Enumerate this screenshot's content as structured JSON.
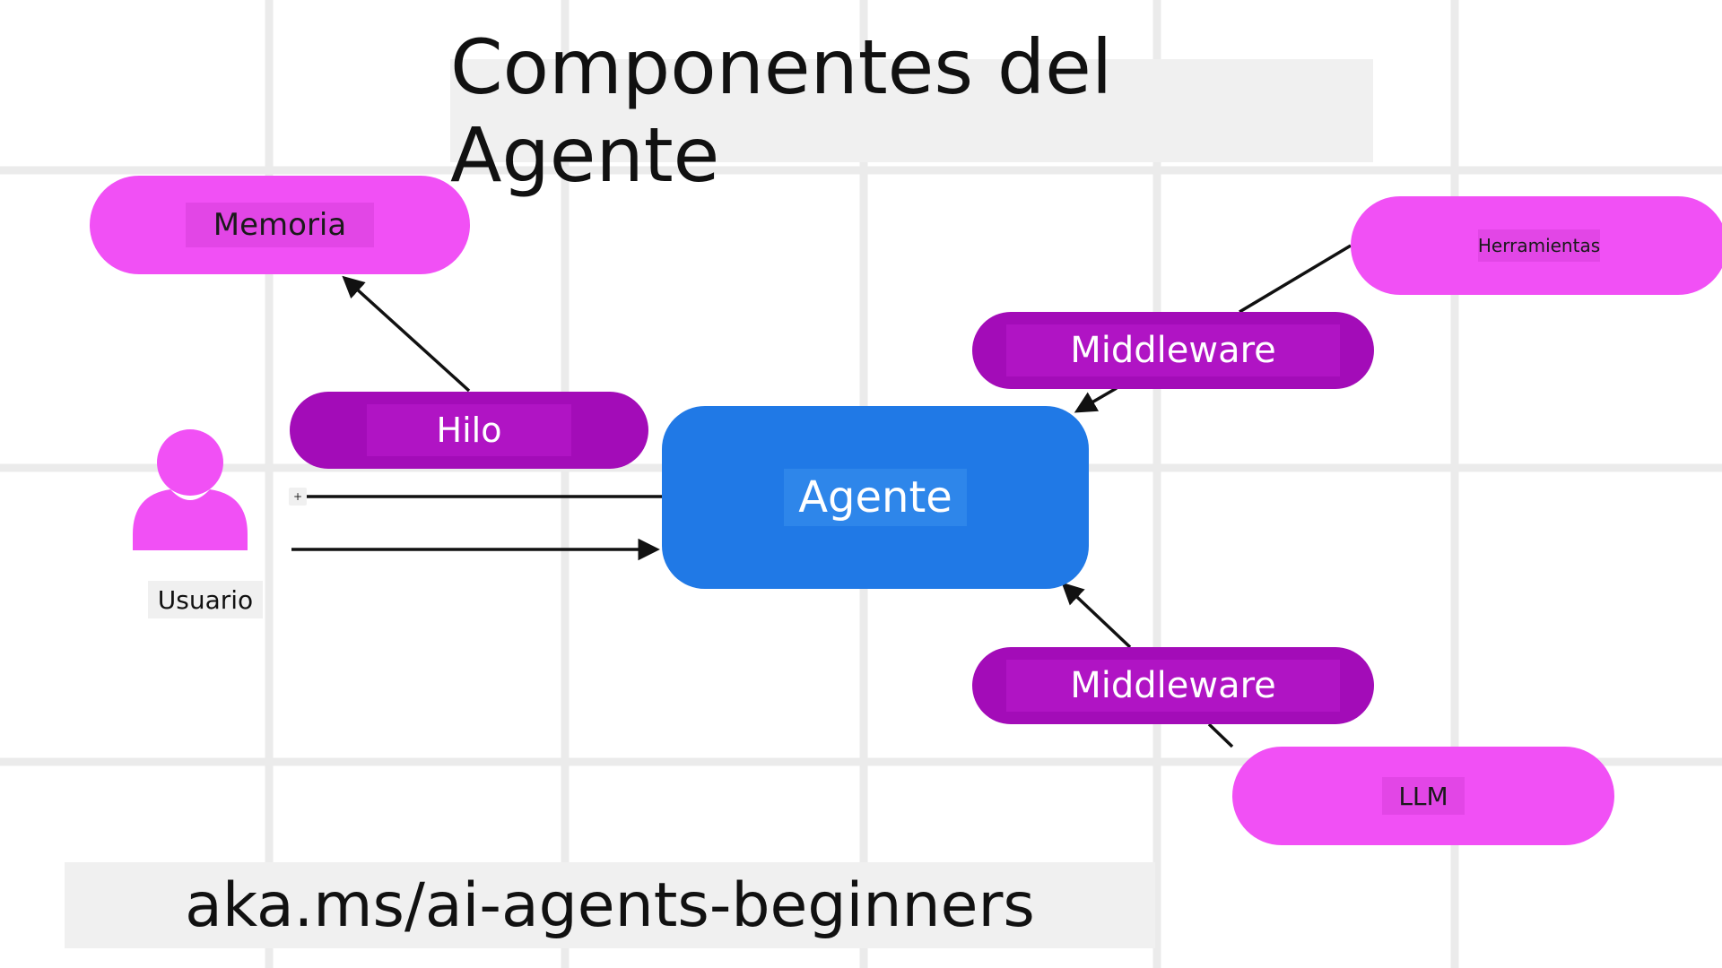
{
  "title": "Componentes del Agente",
  "footer_url": "aka.ms/ai-agents-beginners",
  "nodes": {
    "memoria": "Memoria",
    "hilo": "Hilo",
    "usuario": "Usuario",
    "agente": "Agente",
    "herramientas": "Herramientas",
    "middleware_top": "Middleware",
    "middleware_bottom": "Middleware",
    "llm": "LLM"
  },
  "controls": {
    "add": "+"
  },
  "colors": {
    "pink": "#f150f5",
    "purple": "#a30cb8",
    "agent_blue": "#2079e6",
    "grid": "#ebebeb"
  }
}
